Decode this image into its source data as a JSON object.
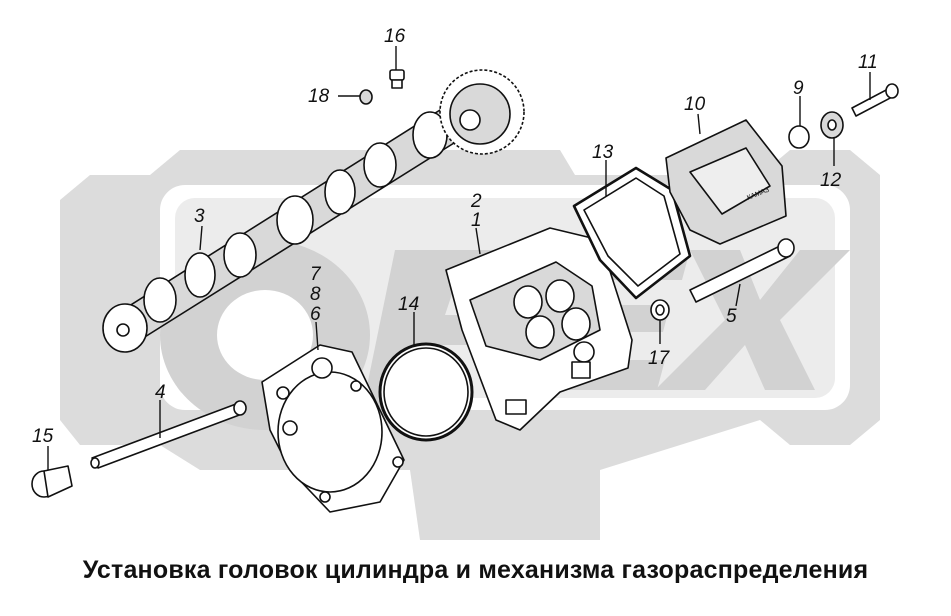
{
  "caption": "Установка головок цилиндра и механизма газораспределения",
  "watermark_text": "ОРЕХ",
  "callouts": {
    "c1": "1",
    "c2": "2",
    "c3": "3",
    "c4": "4",
    "c5": "5",
    "c6": "6",
    "c7": "7",
    "c8": "8",
    "c9": "9",
    "c10": "10",
    "c11": "11",
    "c12": "12",
    "c13": "13",
    "c14": "14",
    "c15": "15",
    "c16": "16",
    "c17": "17",
    "c18": "18"
  },
  "cover_marking": "КАМАЗ",
  "colors": {
    "watermark": "#dcdcdc",
    "line": "#111111",
    "background": "#ffffff"
  }
}
